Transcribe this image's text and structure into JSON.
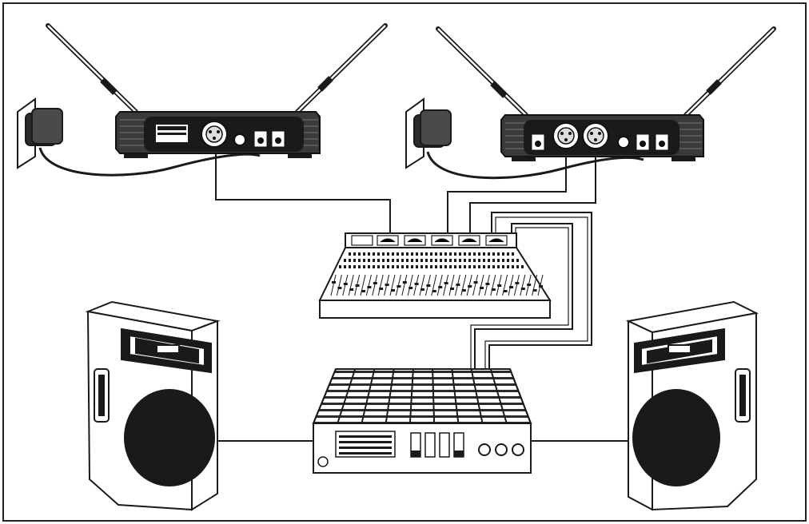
{
  "diagram": {
    "components": [
      {
        "id": "receiver-left",
        "kind": "wireless-receiver",
        "antennas": 2,
        "xlr_outputs": 1
      },
      {
        "id": "receiver-right",
        "kind": "wireless-receiver",
        "antennas": 2,
        "xlr_outputs": 2
      },
      {
        "id": "adapter-left",
        "kind": "power-adapter"
      },
      {
        "id": "adapter-right",
        "kind": "power-adapter"
      },
      {
        "id": "mixer",
        "kind": "mixing-console"
      },
      {
        "id": "amplifier",
        "kind": "power-amplifier"
      },
      {
        "id": "speaker-left",
        "kind": "loudspeaker"
      },
      {
        "id": "speaker-right",
        "kind": "loudspeaker"
      }
    ],
    "connections": [
      [
        "adapter-left",
        "receiver-left"
      ],
      [
        "adapter-right",
        "receiver-right"
      ],
      [
        "receiver-left",
        "mixer"
      ],
      [
        "receiver-right",
        "mixer"
      ],
      [
        "mixer",
        "amplifier"
      ],
      [
        "amplifier",
        "speaker-left"
      ],
      [
        "amplifier",
        "speaker-right"
      ]
    ],
    "colors": {
      "line": "#1a1a1a",
      "fill": "#ffffff",
      "dark": "#1e1e1e",
      "device": "#3a3a3a"
    }
  }
}
